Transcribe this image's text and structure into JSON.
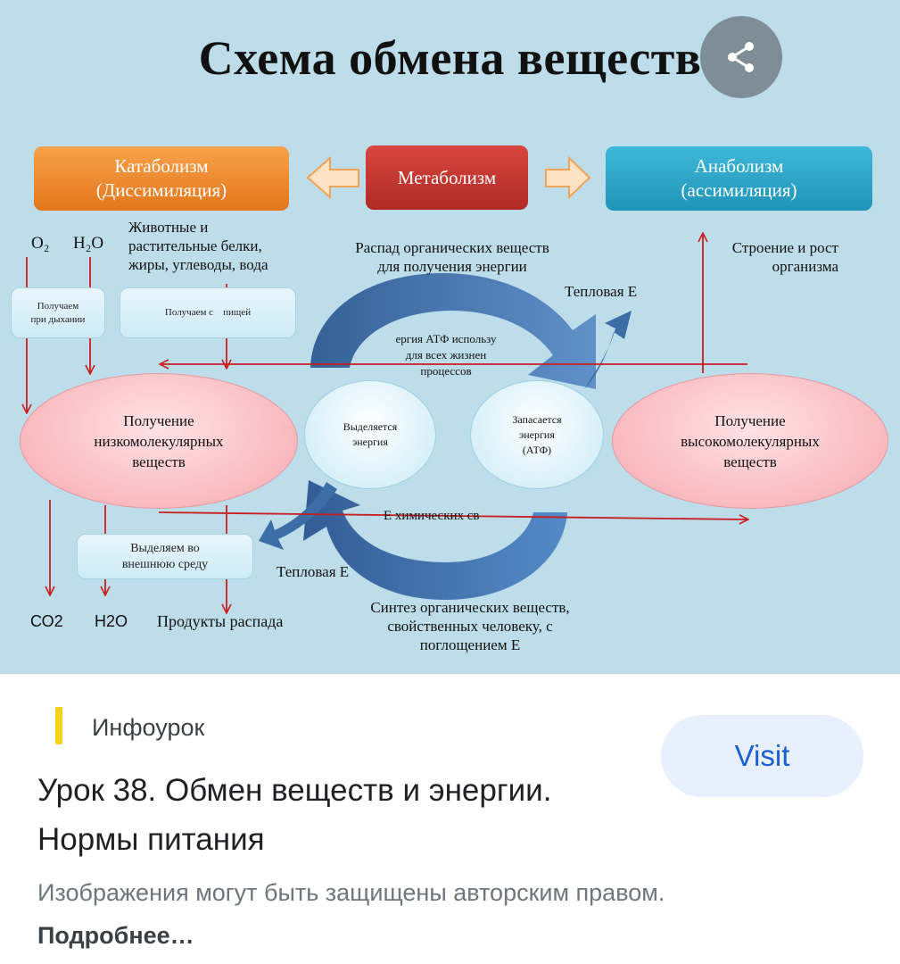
{
  "slide": {
    "title": "Схема обмена веществ",
    "boxes": {
      "catabolism": "Катаболизм\n(Диссимиляция)",
      "metabolism": "Метаболизм",
      "anabolism": "Анаболизм\n(ассимиляция)"
    },
    "labels": {
      "o2": "O₂",
      "h2o": "H₂O",
      "food_sources": "Животные и\nрастительные белки,\nжиры, углеводы, вода",
      "breakdown": "Распад органических веществ\nдля получения энергии",
      "growth": "Строение и рост\nорганизма",
      "heat_top": "Тепловая Е",
      "atp_use": "ергия АТФ использу\nдля всех жизнен\nпроцессов",
      "chem_energy": "Е химических св",
      "heat_bottom": "Тепловая Е",
      "synthesis": "Синтез органических веществ,\nсвойственных человеку, с\nпоглощением Е",
      "co2": "СО2",
      "h2o_out": "Н2О",
      "decay_products": "Продукты распада"
    },
    "pills": {
      "breath": "Получаем\nпри дыхании",
      "food": "Получаем с    пищей",
      "excrete": "Выделяем     во\nвнешнюю среду"
    },
    "ellipses": {
      "low": "Получение\nнизкомолекулярных\nвеществ",
      "high": "Получение\nвысокомолекулярных\nвеществ",
      "release": "Выделяется\nэнергия",
      "store": "Запасается\nэнергия\n(АТФ)"
    }
  },
  "card": {
    "source_name": "Инфоурок",
    "title": "Урок 38. Обмен веществ и энергии. Нормы питания",
    "visit_label": "Visit",
    "copyright_text": "Изображения могут быть защищены авторским правом.",
    "learn_more": "Подробнее…"
  },
  "colors": {
    "slide_bg": "#bcdde9",
    "catabolism": "#e98a2e",
    "metabolism": "#c0332d",
    "anabolism": "#2ba6cb",
    "arrow_red": "#c81e1e",
    "cycle_blue": "#3f6fa8",
    "visit_bg": "#e8f0fe",
    "visit_text": "#1a5fd0",
    "source_accent": "#f3d21a"
  }
}
